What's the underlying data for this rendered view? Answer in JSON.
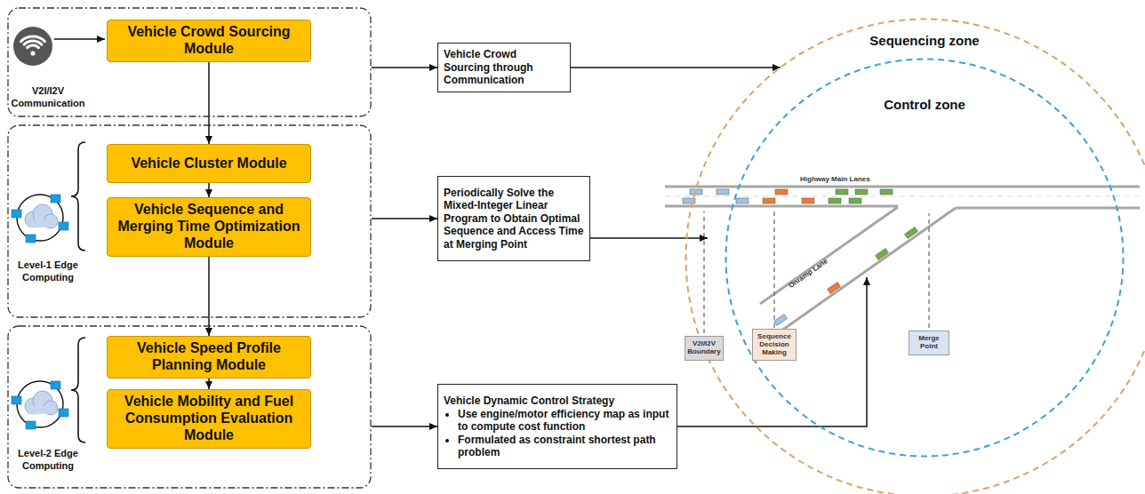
{
  "diagram": {
    "nodes": [
      {
        "text": [
          "V2I/I2V Communication"
        ]
      },
      {
        "text": [
          "Vehicle Crowd Sourcing Module"
        ],
        "in": 0
      },
      {
        "text": [
          "Level-1 Edge Computing"
        ]
      },
      {
        "text": [
          "Vehicle Cluster Module"
        ],
        "in": 2
      },
      {
        "text": [
          "Vehicle Sequence and Merging Time Optimization Module"
        ],
        "in": 2
      },
      {
        "text": [
          "Level-2 Edge Computing"
        ]
      },
      {
        "text": [
          "Vehicle Speed Profile Planning Module"
        ],
        "in": 5
      },
      {
        "text": [
          "Vehicle Mobility and Fuel Consumption Evaluation Module"
        ],
        "in": 5
      },
      {
        "text": [
          "Vehicle Crowd Sourcing through Communication"
        ]
      },
      {
        "text": [
          "Periodically Solve the Mixed-Integer Linear Program to Obtain Optimal Sequence and Access Time at Merging Point"
        ]
      },
      {
        "text": [
          "Vehicle Dynamic Control Strategy",
          "Use engine/motor efficiency map as input to compute cost function",
          "Formulated as constraint shortest path problem"
        ]
      },
      {
        "text": [
          "Sequencing zone"
        ]
      },
      {
        "text": [
          "Control zone"
        ],
        "in": 11
      },
      {
        "text": [
          "V2I/I2V Boundary"
        ]
      },
      {
        "text": [
          "Sequence Decision Making"
        ]
      },
      {
        "text": [
          "Merge Point"
        ]
      }
    ],
    "edges": [
      {
        "from": 1,
        "to": 3,
        "arrow": "to"
      },
      {
        "from": 3,
        "to": 4,
        "arrow": "to"
      },
      {
        "from": 4,
        "to": 6,
        "arrow": "to"
      },
      {
        "from": 6,
        "to": 7,
        "arrow": "to"
      },
      {
        "from": 0,
        "to": 8,
        "arrow": "to"
      },
      {
        "from": 2,
        "to": 9,
        "arrow": "to"
      },
      {
        "from": 5,
        "to": 10,
        "arrow": "to"
      },
      {
        "from": 8,
        "to": 11,
        "arrow": "to"
      }
    ],
    "labels": [
      "Highway Main Lanes",
      "Onramp Lane"
    ]
  }
}
